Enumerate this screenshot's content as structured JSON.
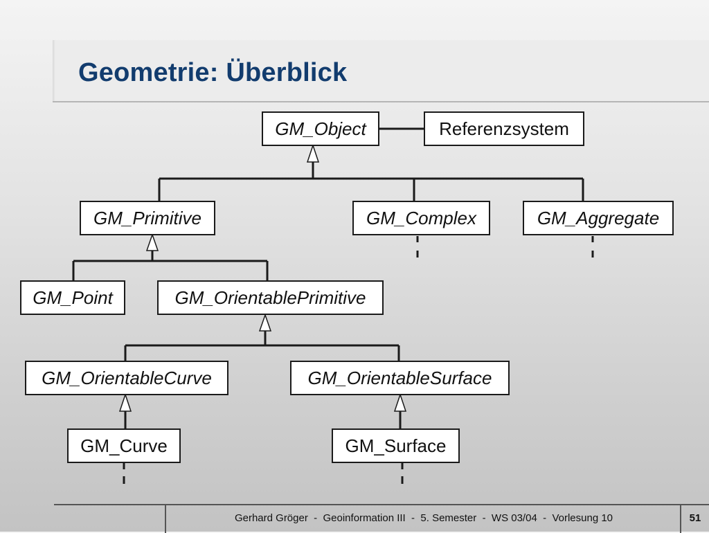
{
  "slide": {
    "title": "Geometrie: Überblick"
  },
  "diagram": {
    "nodes": {
      "gm_object": "GM_Object",
      "referenzsystem": "Referenzsystem",
      "gm_primitive": "GM_Primitive",
      "gm_complex": "GM_Complex",
      "gm_aggregate": "GM_Aggregate",
      "gm_point": "GM_Point",
      "gm_orientable_primitive": "GM_OrientablePrimitive",
      "gm_orientable_curve": "GM_OrientableCurve",
      "gm_orientable_surface": "GM_OrientableSurface",
      "gm_curve": "GM_Curve",
      "gm_surface": "GM_Surface"
    }
  },
  "footer": {
    "text": "Gerhard Gröger  -  Geoinformation III  -  5. Semester  -  WS 03/04  -  Vorlesung 10",
    "page_number": "51"
  },
  "colors": {
    "title": "#123c6e",
    "line": "#1a1a1a",
    "box_fill": "#ffffff"
  }
}
